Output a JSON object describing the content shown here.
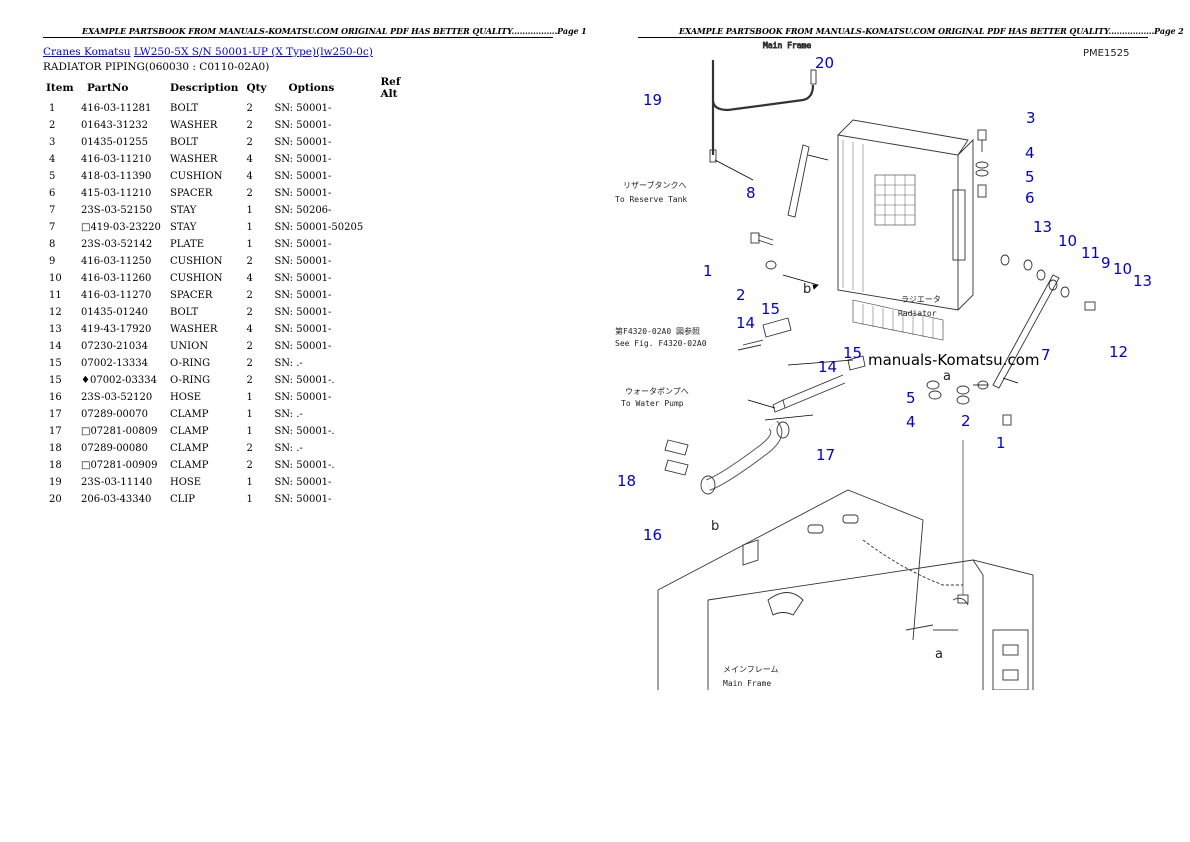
{
  "left_page": {
    "header": "EXAMPLE PARTSBOOK FROM MANUALS-KOMATSU.COM ORIGINAL PDF HAS BETTER QUALITY.................Page 1",
    "breadcrumb": {
      "link1": "Cranes Komatsu",
      "link2": "LW250-5X S/N 50001-UP (X Type)(lw250-0c)"
    },
    "section_title": "RADIATOR PIPING(060030 : C0110-02A0)",
    "table": {
      "headers": [
        "Item",
        "PartNo",
        "Description",
        "Qty",
        "Options",
        "Ref Alt"
      ],
      "rows": [
        {
          "item": "1",
          "partno": "416-03-11281",
          "desc": "BOLT",
          "qty": "2",
          "options": "SN: 50001-",
          "ref": ""
        },
        {
          "item": "2",
          "partno": "01643-31232",
          "desc": "WASHER",
          "qty": "2",
          "options": "SN: 50001-",
          "ref": ""
        },
        {
          "item": "3",
          "partno": "01435-01255",
          "desc": "BOLT",
          "qty": "2",
          "options": "SN: 50001-",
          "ref": ""
        },
        {
          "item": "4",
          "partno": "416-03-11210",
          "desc": "WASHER",
          "qty": "4",
          "options": "SN: 50001-",
          "ref": ""
        },
        {
          "item": "5",
          "partno": "418-03-11390",
          "desc": "CUSHION",
          "qty": "4",
          "options": "SN: 50001-",
          "ref": ""
        },
        {
          "item": "6",
          "partno": "415-03-11210",
          "desc": "SPACER",
          "qty": "2",
          "options": "SN: 50001-",
          "ref": ""
        },
        {
          "item": "7",
          "partno": "23S-03-52150",
          "desc": "STAY",
          "qty": "1",
          "options": "SN: 50206-",
          "ref": ""
        },
        {
          "item": "7",
          "partno": "□419-03-23220",
          "desc": "STAY",
          "qty": "1",
          "options": "SN: 50001-50205",
          "ref": ""
        },
        {
          "item": "8",
          "partno": "23S-03-52142",
          "desc": "PLATE",
          "qty": "1",
          "options": "SN: 50001-",
          "ref": ""
        },
        {
          "item": "9",
          "partno": "416-03-11250",
          "desc": "CUSHION",
          "qty": "2",
          "options": "SN: 50001-",
          "ref": ""
        },
        {
          "item": "10",
          "partno": "416-03-11260",
          "desc": "CUSHION",
          "qty": "4",
          "options": "SN: 50001-",
          "ref": ""
        },
        {
          "item": "11",
          "partno": "416-03-11270",
          "desc": "SPACER",
          "qty": "2",
          "options": "SN: 50001-",
          "ref": ""
        },
        {
          "item": "12",
          "partno": "01435-01240",
          "desc": "BOLT",
          "qty": "2",
          "options": "SN: 50001-",
          "ref": ""
        },
        {
          "item": "13",
          "partno": "419-43-17920",
          "desc": "WASHER",
          "qty": "4",
          "options": "SN: 50001-",
          "ref": ""
        },
        {
          "item": "14",
          "partno": "07230-21034",
          "desc": "UNION",
          "qty": "2",
          "options": "SN: 50001-",
          "ref": ""
        },
        {
          "item": "15",
          "partno": "07002-13334",
          "desc": "O-RING",
          "qty": "2",
          "options": "SN: .-",
          "ref": ""
        },
        {
          "item": "15",
          "partno": "♦07002-03334",
          "desc": "O-RING",
          "qty": "2",
          "options": "SN: 50001-.",
          "ref": ""
        },
        {
          "item": "16",
          "partno": "23S-03-52120",
          "desc": "HOSE",
          "qty": "1",
          "options": "SN: 50001-",
          "ref": ""
        },
        {
          "item": "17",
          "partno": "07289-00070",
          "desc": "CLAMP",
          "qty": "1",
          "options": "SN: .-",
          "ref": ""
        },
        {
          "item": "17",
          "partno": "□07281-00809",
          "desc": "CLAMP",
          "qty": "1",
          "options": "SN: 50001-.",
          "ref": ""
        },
        {
          "item": "18",
          "partno": "07289-00080",
          "desc": "CLAMP",
          "qty": "2",
          "options": "SN: .-",
          "ref": ""
        },
        {
          "item": "18",
          "partno": "□07281-00909",
          "desc": "CLAMP",
          "qty": "2",
          "options": "SN: 50001-.",
          "ref": ""
        },
        {
          "item": "19",
          "partno": "23S-03-11140",
          "desc": "HOSE",
          "qty": "1",
          "options": "SN: 50001-",
          "ref": ""
        },
        {
          "item": "20",
          "partno": "206-03-43340",
          "desc": "CLIP",
          "qty": "1",
          "options": "SN: 50001-",
          "ref": ""
        }
      ]
    }
  },
  "right_page": {
    "header": "EXAMPLE PARTSBOOK FROM MANUALS-KOMATSU.COM ORIGINAL PDF HAS BETTER QUALITY.................Page 2",
    "diagram": {
      "drawing_code": "PME1525",
      "watermark": "manuals-Komatsu.com",
      "labels": {
        "reserve_tank_jp": "リザーブタンクへ",
        "reserve_tank_en": "To Reserve Tank",
        "radiator_jp": "ラジエータ",
        "radiator_en": "Radiator",
        "see_fig_jp": "第F4320-02A0 図参照",
        "see_fig_en": "See Fig. F4320-02A0",
        "water_pump_jp": "ウォータポンプへ",
        "water_pump_en": "To Water Pump",
        "main_frame_jp": "メインフレーム",
        "main_frame_en": "Main Frame",
        "ref_a": "a",
        "ref_b": "b"
      },
      "callouts": [
        "1",
        "2",
        "3",
        "4",
        "5",
        "6",
        "7",
        "8",
        "9",
        "10",
        "11",
        "12",
        "13",
        "14",
        "15",
        "16",
        "17",
        "18",
        "19",
        "20"
      ]
    }
  }
}
